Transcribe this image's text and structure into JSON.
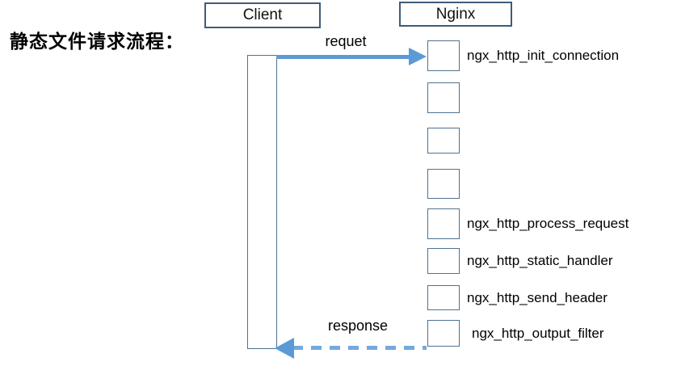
{
  "title": "静态文件请求流程：",
  "actors": {
    "client": "Client",
    "nginx": "Nginx"
  },
  "arrows": {
    "request_label": "requet",
    "response_label": "response"
  },
  "steps": [
    {
      "label": "ngx_http_init_connection"
    },
    {
      "label": ""
    },
    {
      "label": ""
    },
    {
      "label": ""
    },
    {
      "label": "ngx_http_process_request"
    },
    {
      "label": "ngx_http_static_handler"
    },
    {
      "label": "ngx_http_send_header"
    },
    {
      "label": "ngx_http_output_filter"
    }
  ],
  "colors": {
    "arrow_blue": "#5b9bd5",
    "dash_blue": "#74a9dc",
    "box_border": "#4f7291",
    "actor_border": "#3e5c77"
  }
}
